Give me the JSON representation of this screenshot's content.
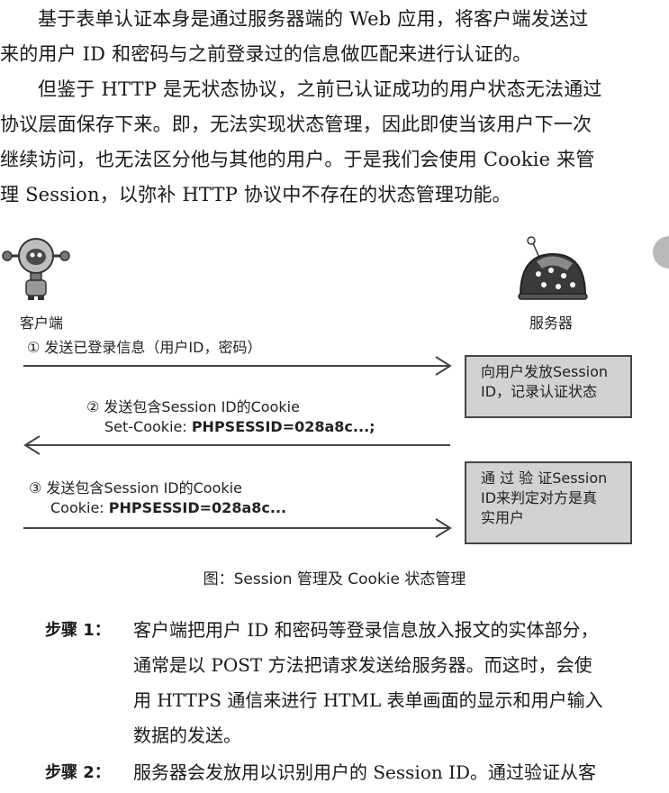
{
  "intro_paragraph": {
    "lines": [
      "基于表单认证本身是通过服务器端的 Web 应用，将客户端发送过",
      "来的用户 ID 和密码与之前登录过的信息做匹配来进行认证的。"
    ]
  },
  "second_paragraph": {
    "lines": [
      "但鉴于 HTTP 是无状态协议，之前已认证成功的用户状态无法通过",
      "协议层面保存下来。即，无法实现状态管理，因此即使当该用户下一次",
      "继续访问，也无法区分他与其他的用户。于是我们会使用 Cookie 来管",
      "理 Session，以弥补 HTTP 协议中不存在的状态管理功能。"
    ]
  },
  "figure": {
    "client_label": "客户端",
    "server_label": "服务器",
    "message1": "① 发送已登录信息（用户ID，密码）",
    "message2": {
      "line1": "② 发送包含Session ID的Cookie",
      "line2_prefix": "Set-Cookie: ",
      "line2_value": "PHPSESSID=028a8c...;"
    },
    "message3": {
      "line1": "③ 发送包含Session ID的Cookie",
      "line2_prefix": "Cookie: ",
      "line2_value": "PHPSESSID=028a8c..."
    },
    "server_box1": {
      "line1": "向用户发放Session",
      "line2": "ID，记录认证状态"
    },
    "server_box2": {
      "line1": "通 过 验 证Session",
      "line2": "ID来判定对方是真",
      "line3": "实用户"
    },
    "caption": "图：Session 管理及 Cookie 状态管理"
  },
  "steps": [
    {
      "label": "步骤 1：",
      "lines": [
        "客户端把用户 ID 和密码等登录信息放入报文的实体部分，",
        "通常是以 POST 方法把请求发送给服务器。而这时，会使",
        "用 HTTPS 通信来进行 HTML 表单画面的显示和用户输入",
        "数据的发送。"
      ]
    },
    {
      "label": "步骤 2：",
      "lines": [
        "服务器会发放用以识别用户的 Session ID。通过验证从客"
      ]
    }
  ]
}
